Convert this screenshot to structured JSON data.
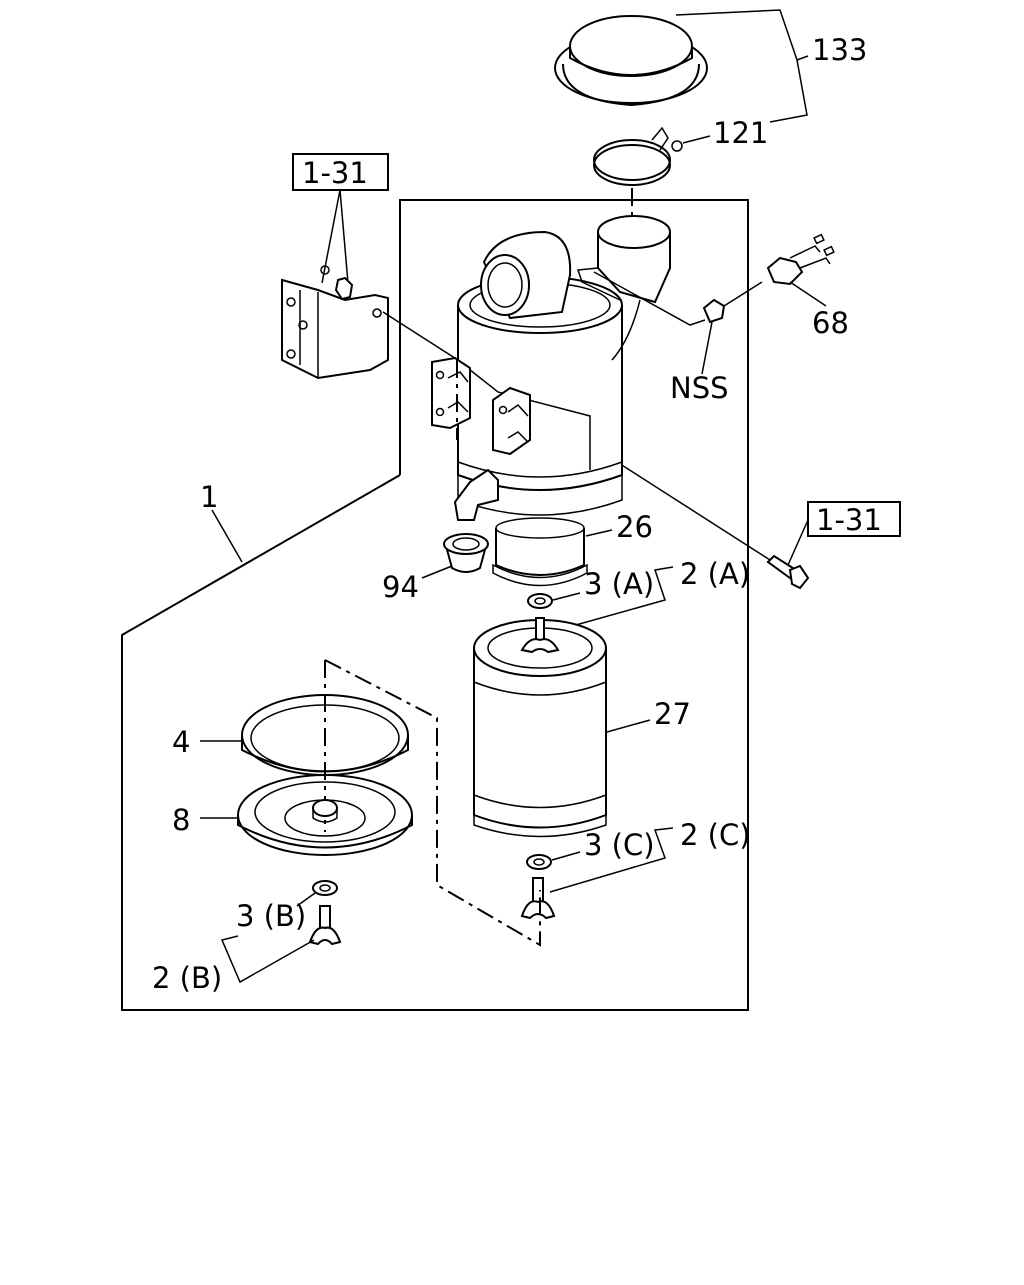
{
  "labels": {
    "p133": "133",
    "p121": "121",
    "p1_31_top": "1-31",
    "p68": "68",
    "nss": "NSS",
    "p1": "1",
    "p26": "26",
    "p1_31_right": "1-31",
    "p94": "94",
    "p3a": "3 (A)",
    "p2a": "2 (A)",
    "p27": "27",
    "p4": "4",
    "p8": "8",
    "p3c": "3 (C)",
    "p2c": "2 (C)",
    "p3b": "3 (B)",
    "p2b": "2 (B)"
  }
}
